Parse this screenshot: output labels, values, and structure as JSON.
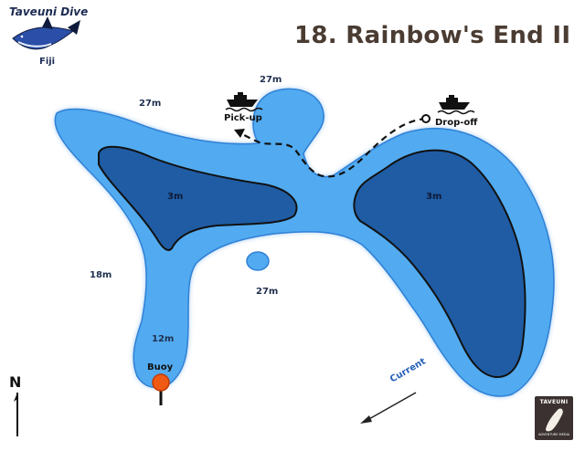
{
  "title": "18. Rainbow's End II",
  "logo": {
    "line1": "Taveuni Dive",
    "line2": "Fiji"
  },
  "depths": {
    "top_27": "27m",
    "left_top_27": "27m",
    "west_18": "18m",
    "south_12": "12m",
    "center_27": "27m",
    "left_pinnacle_3": "3m",
    "right_pinnacle_3": "3m"
  },
  "points": {
    "pickup": "Pick-up",
    "dropoff": "Drop-off",
    "buoy": "Buoy"
  },
  "current_label": "Current",
  "north_label": "N",
  "badge": {
    "top": "TAVEUNI",
    "bottom": "ADVENTURE MEDIA"
  },
  "colors": {
    "reef_light": "#52abf0",
    "reef_dark": "#1f5ca4",
    "outline": "#121212",
    "buoy": "#f05a14",
    "title": "#4a3c32"
  },
  "icons": [
    "shark-logo-icon",
    "boat-icon",
    "buoy-icon",
    "north-arrow-icon",
    "current-arrow-icon",
    "taveuni-island-icon"
  ]
}
